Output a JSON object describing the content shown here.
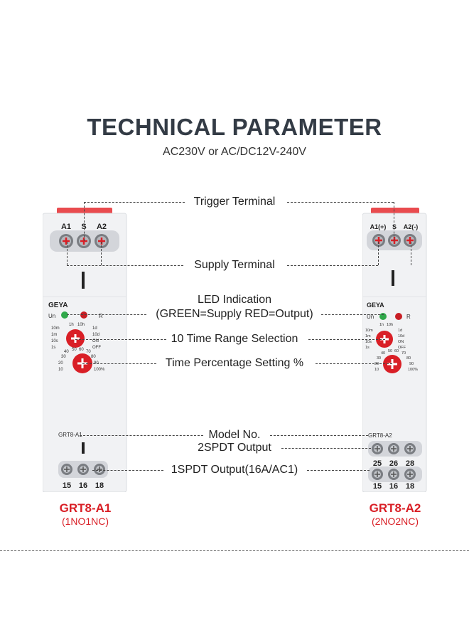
{
  "header": {
    "title": "TECHNICAL PARAMETER",
    "subtitle": "AC230V or AC/DC12V-240V"
  },
  "callouts": {
    "trigger": "Trigger Terminal",
    "supply": "Supply Terminal",
    "led_title": "LED Indication",
    "led_detail": "(GREEN=Supply   RED=Output)",
    "time_range": "10 Time Range Selection",
    "time_pct": "Time Percentage Setting %",
    "model_no": "Model No.",
    "out_2spdt": "2SPDT Output",
    "out_1spdt": "1SPDT Output(16A/AC1)"
  },
  "left_device": {
    "brand": "GEYA",
    "top_terminals": [
      "A1",
      "S",
      "A2"
    ],
    "led_un": "Un",
    "led_r": "R",
    "model_label": "GRT8-A1",
    "bottom_terminals": [
      "15",
      "16",
      "18"
    ],
    "name": "GRT8-A1",
    "type": "(1NO1NC)"
  },
  "right_device": {
    "brand": "GEYA",
    "top_terminals": [
      "A1(+)",
      "S",
      "A2(-)"
    ],
    "led_un": "Un",
    "led_r": "R",
    "model_label": "GRT8-A2",
    "mid_terminals": [
      "25",
      "26",
      "28"
    ],
    "bottom_terminals": [
      "15",
      "16",
      "18"
    ],
    "name": "GRT8-A2",
    "type": "(2NO2NC)"
  },
  "dial_range": {
    "labels_left": [
      "10m",
      "1m",
      "10s",
      "1s"
    ],
    "labels_top": [
      "1h",
      "10h"
    ],
    "labels_right": [
      "1d",
      "10d",
      "ON",
      "OFF"
    ]
  },
  "dial_percent": {
    "labels": [
      "40",
      "50",
      "60",
      "70",
      "30",
      "80",
      "20",
      "90",
      "10",
      "100%"
    ]
  },
  "colors": {
    "device_body": "#f1f2f4",
    "terminal_block": "#d3d5da",
    "knob_red": "#d91f26",
    "led_green": "#2fa84a",
    "led_red": "#c81e24",
    "accent_text": "#d91f26"
  }
}
